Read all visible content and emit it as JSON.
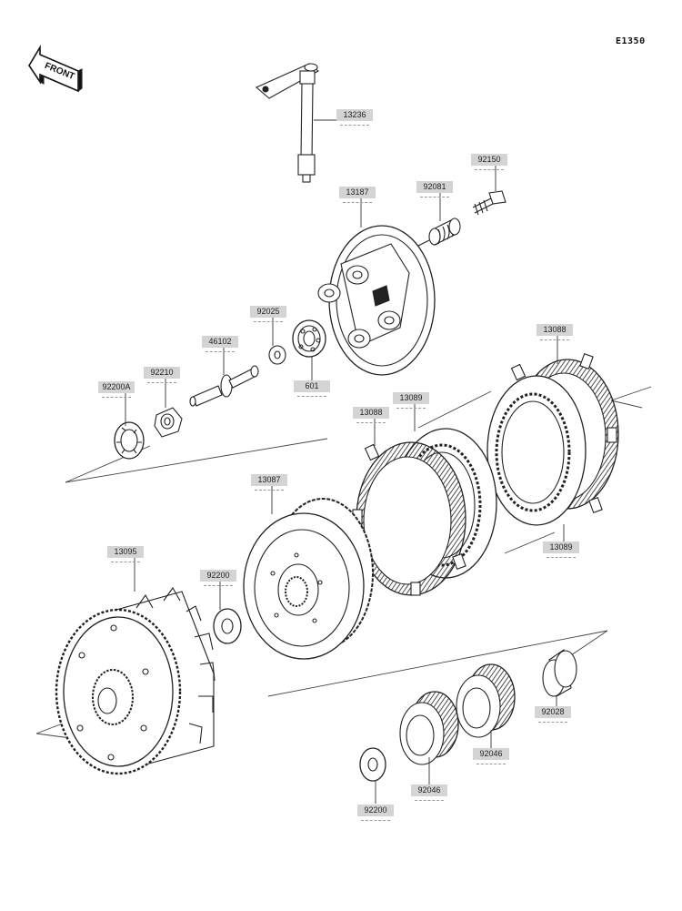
{
  "diagram_code": "E1350",
  "front_label": "FRONT",
  "parts": [
    {
      "id": "p13236",
      "label": "13236"
    },
    {
      "id": "p92150",
      "label": "92150"
    },
    {
      "id": "p13187",
      "label": "13187"
    },
    {
      "id": "p92081",
      "label": "92081"
    },
    {
      "id": "p92025",
      "label": "92025"
    },
    {
      "id": "p46102",
      "label": "46102"
    },
    {
      "id": "p601",
      "label": "601"
    },
    {
      "id": "p92210",
      "label": "92210"
    },
    {
      "id": "p92200A",
      "label": "92200A"
    },
    {
      "id": "p13088a",
      "label": "13088"
    },
    {
      "id": "p13089a",
      "label": "13089"
    },
    {
      "id": "p13088b",
      "label": "13088"
    },
    {
      "id": "p13089b",
      "label": "13089"
    },
    {
      "id": "p13087",
      "label": "13087"
    },
    {
      "id": "p13095",
      "label": "13095"
    },
    {
      "id": "p92200a",
      "label": "92200"
    },
    {
      "id": "p92028",
      "label": "92028"
    },
    {
      "id": "p92046a",
      "label": "92046"
    },
    {
      "id": "p92046b",
      "label": "92046"
    },
    {
      "id": "p92200b",
      "label": "92200"
    }
  ]
}
